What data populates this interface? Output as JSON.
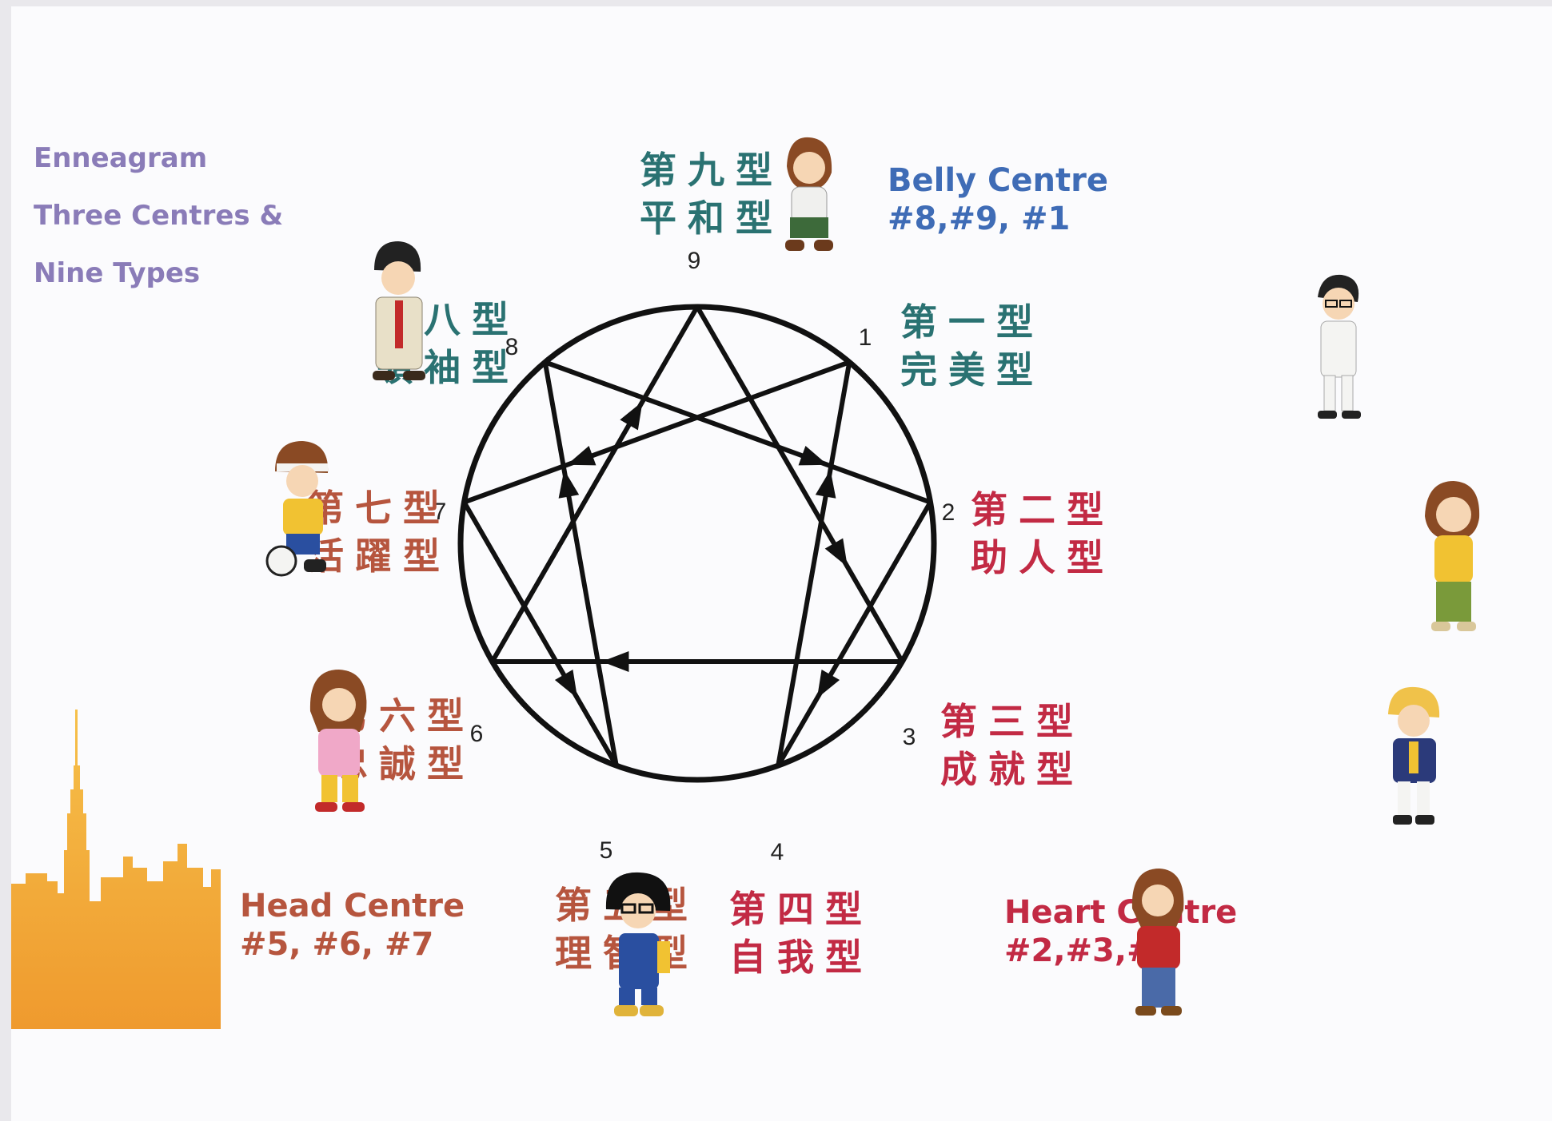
{
  "sidebar": {
    "line1": "Enneagram",
    "line2": "Three Centres &",
    "line3": "Nine Types"
  },
  "colors": {
    "teal": "#2a7272",
    "red": "#c22a44",
    "rust": "#b6553e",
    "blue": "#3f6cb6",
    "purple": "#8a7cb8",
    "skyline": "#f2ac3c"
  },
  "centres": {
    "belly": {
      "title": "Belly Centre",
      "members": "#8,#9, #1"
    },
    "heart": {
      "title": "Heart Centre",
      "members": "#2,#3,#4"
    },
    "head": {
      "title": "Head Centre",
      "members": "#5, #6, #7"
    }
  },
  "types": [
    {
      "number": "1",
      "line1": "第一型",
      "line2": "完美型"
    },
    {
      "number": "2",
      "line1": "第二型",
      "line2": "助人型"
    },
    {
      "number": "3",
      "line1": "第三型",
      "line2": "成就型"
    },
    {
      "number": "4",
      "line1": "第四型",
      "line2": "自我型"
    },
    {
      "number": "5",
      "line1": "第五型",
      "line2": "理智型"
    },
    {
      "number": "6",
      "line1": "第六型",
      "line2": "忠誠型"
    },
    {
      "number": "7",
      "line1": "第七型",
      "line2": "活躍型"
    },
    {
      "number": "8",
      "line1": "第八型",
      "line2": "領袖型"
    },
    {
      "number": "9",
      "line1": "第九型",
      "line2": "平和型"
    }
  ]
}
